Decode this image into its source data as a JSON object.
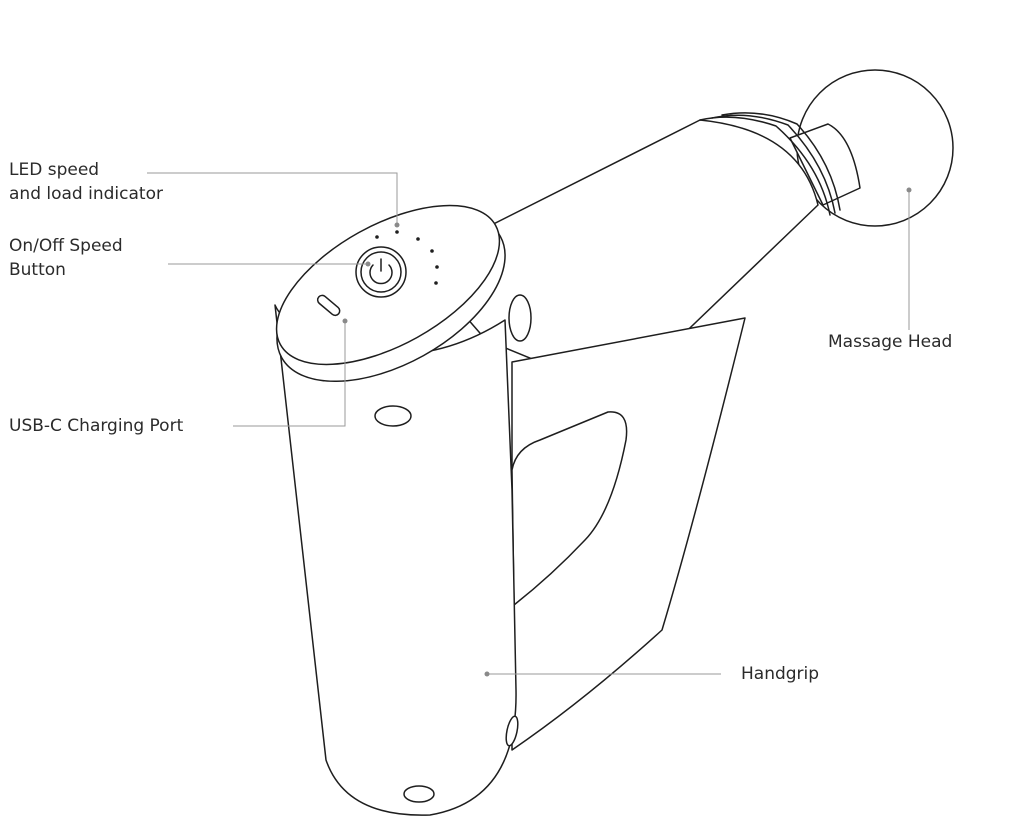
{
  "labels": {
    "led_line1": "LED speed",
    "led_line2": "and load indicator",
    "button_line1": "On/Off Speed",
    "button_line2": "Button",
    "usb": "USB-C Charging Port",
    "head": "Massage Head",
    "handgrip": "Handgrip"
  },
  "colors": {
    "outline": "#1e1e1e",
    "leader": "#9a9a9a",
    "text": "#2b2b2b",
    "background": "#ffffff"
  },
  "icons": {
    "power": "power-icon"
  }
}
